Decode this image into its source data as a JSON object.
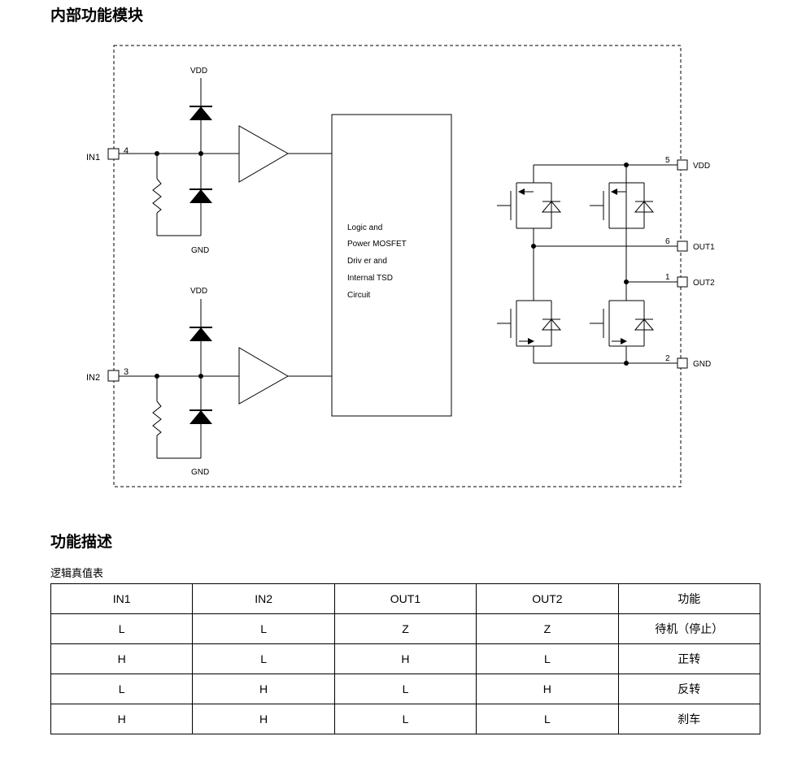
{
  "sections": {
    "block_title": "内部功能模块",
    "function_title": "功能描述",
    "table_caption": "逻辑真值表"
  },
  "diagram": {
    "block_text": [
      "Logic and",
      "Power MOSFET",
      "Driv er and",
      "Internal TSD",
      "Circuit"
    ],
    "in1": {
      "label": "IN1",
      "pin": "4"
    },
    "in2": {
      "label": "IN2",
      "pin": "3"
    },
    "vdd_top1": "VDD",
    "gnd_1": "GND",
    "vdd_top2": "VDD",
    "gnd_2": "GND",
    "right_pins": [
      {
        "label": "VDD",
        "pin": "5"
      },
      {
        "label": "OUT1",
        "pin": "6"
      },
      {
        "label": "OUT2",
        "pin": "1"
      },
      {
        "label": "GND",
        "pin": "2"
      }
    ]
  },
  "table": {
    "headers": [
      "IN1",
      "IN2",
      "OUT1",
      "OUT2",
      "功能"
    ],
    "rows": [
      [
        "L",
        "L",
        "Z",
        "Z",
        "待机（停止）"
      ],
      [
        "H",
        "L",
        "H",
        "L",
        "正转"
      ],
      [
        "L",
        "H",
        "L",
        "H",
        "反转"
      ],
      [
        "H",
        "H",
        "L",
        "L",
        "刹车"
      ]
    ]
  }
}
